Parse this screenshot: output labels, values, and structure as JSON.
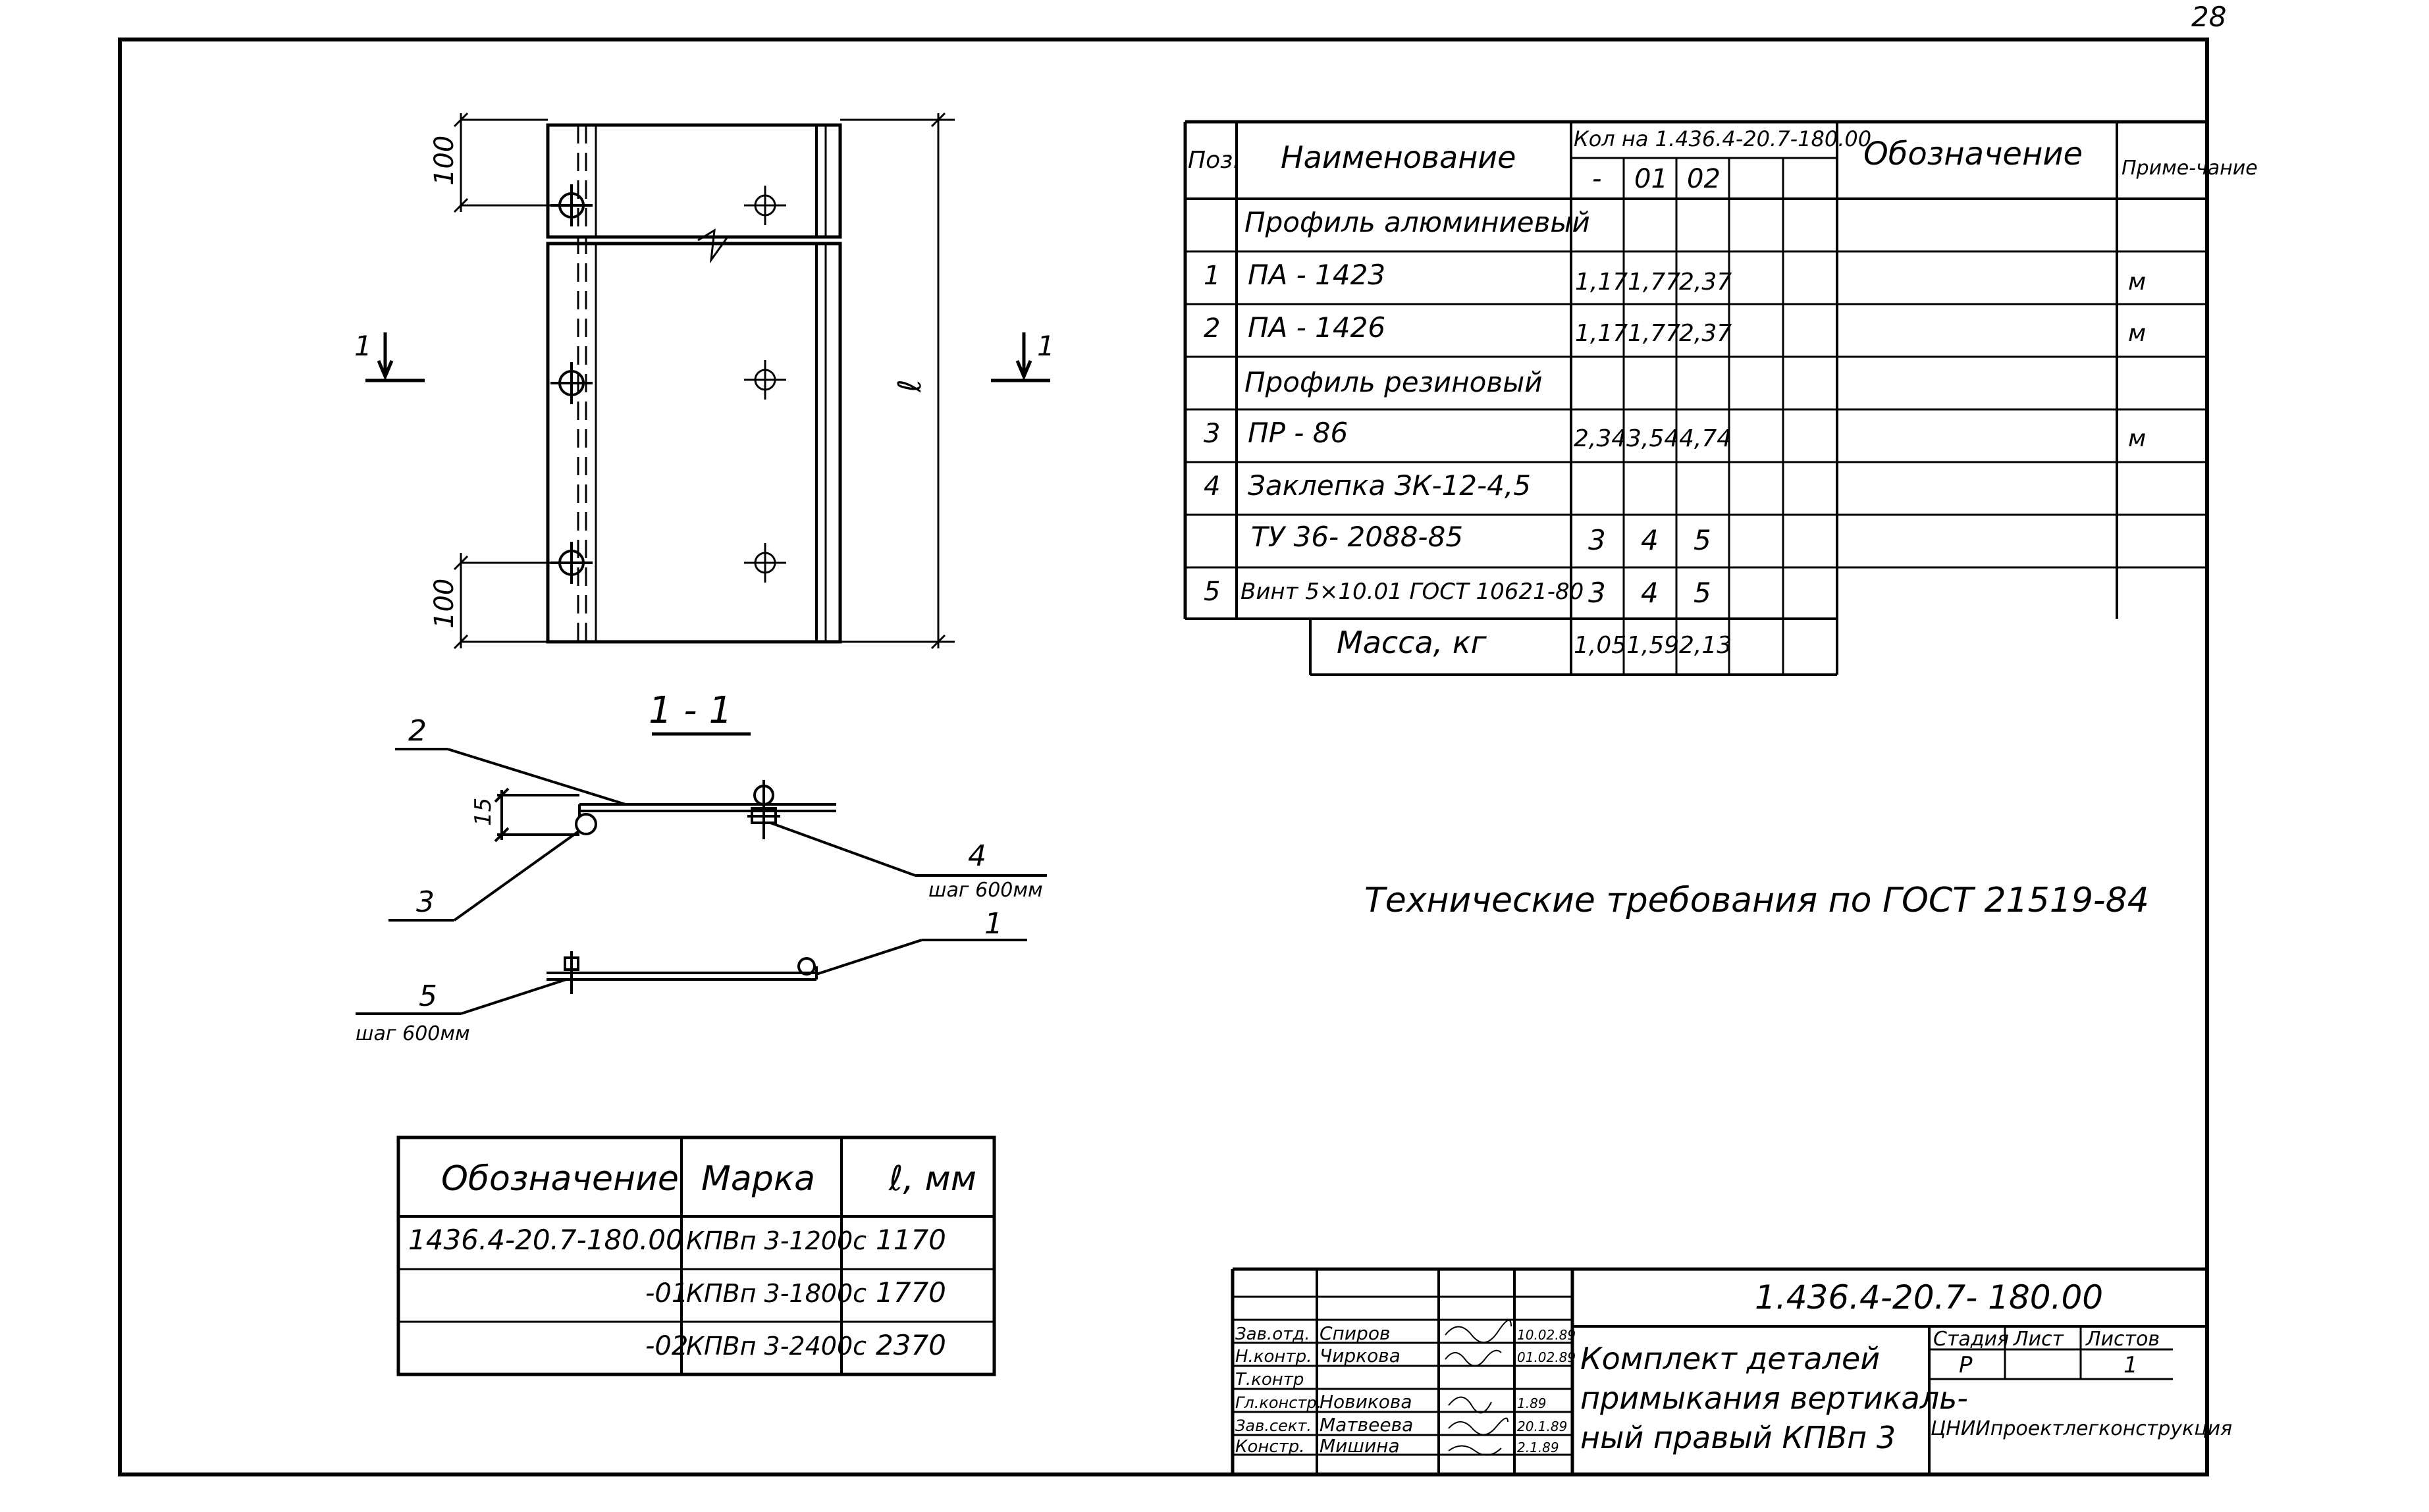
{
  "sheet_number": "28",
  "drawing": {
    "dim_top": "100",
    "dim_bottom": "100",
    "dim_length": "ℓ",
    "section_mark_left": "1",
    "section_mark_right": "1",
    "section_title": "1 - 1",
    "callouts": {
      "p1": "1",
      "p2": "2",
      "p3": "3",
      "p4": "4",
      "p4_note": "шаг 600мм",
      "p5": "5",
      "p5_note": "шаг 600мм",
      "dim15": "15"
    }
  },
  "spec_table": {
    "headers": {
      "pos": "Поз.",
      "name": "Наименование",
      "qty_group": "Кол на 1.436.4-20.7-180.00",
      "qty_cols": [
        "-",
        "01",
        "02"
      ],
      "designation": "Обозначение",
      "note": "Приме-чание"
    },
    "rows": [
      {
        "pos": "",
        "name": "Профиль алюминиевый",
        "q0": "",
        "q1": "",
        "q2": "",
        "note": ""
      },
      {
        "pos": "1",
        "name": "ПА - 1423",
        "q0": "1,17",
        "q1": "1,77",
        "q2": "2,37",
        "note": "м"
      },
      {
        "pos": "2",
        "name": "ПА - 1426",
        "q0": "1,17",
        "q1": "1,77",
        "q2": "2,37",
        "note": "м"
      },
      {
        "pos": "",
        "name": "Профиль резиновый",
        "q0": "",
        "q1": "",
        "q2": "",
        "note": ""
      },
      {
        "pos": "3",
        "name": "ПР - 86",
        "q0": "2,34",
        "q1": "3,54",
        "q2": "4,74",
        "note": "м"
      },
      {
        "pos": "4",
        "name": "Заклепка ЗК-12-4,5",
        "q0": "",
        "q1": "",
        "q2": "",
        "note": ""
      },
      {
        "pos": "",
        "name": "ТУ 36- 2088-85",
        "q0": "3",
        "q1": "4",
        "q2": "5",
        "note": ""
      },
      {
        "pos": "5",
        "name": "Винт 5×10.01 ГОСТ 10621-80",
        "q0": "3",
        "q1": "4",
        "q2": "5",
        "note": ""
      }
    ],
    "mass": {
      "label": "Масса, кг",
      "q0": "1,05",
      "q1": "1,59",
      "q2": "2,13"
    }
  },
  "tech_requirements": "Технические требования по ГОСТ 21519-84",
  "marks_table": {
    "headers": {
      "designation": "Обозначение",
      "mark": "Марка",
      "length": "ℓ, мм"
    },
    "rows": [
      {
        "designation": "1436.4-20.7-180.00",
        "mark": "КПВп 3-1200с",
        "length": "1170"
      },
      {
        "designation": "-01",
        "mark": "КПВп 3-1800с",
        "length": "1770"
      },
      {
        "designation": "-02",
        "mark": "КПВп 3-2400с",
        "length": "2370"
      }
    ]
  },
  "title_block": {
    "doc_code": "1.436.4-20.7- 180.00",
    "title_lines": [
      "Комплект деталей",
      "примыкания вертикаль-",
      "ный правый КПВп 3"
    ],
    "stage_label": "Стадия",
    "sheet_label": "Лист",
    "sheets_label": "Листов",
    "stage": "Р",
    "sheets": "1",
    "organization": "ЦНИИпроектлегконструкция",
    "staff": [
      {
        "role": "Зав.отд.",
        "name": "Спиров",
        "date": "10.02.89"
      },
      {
        "role": "Н.контр.",
        "name": "Чиркова",
        "date": "01.02.89"
      },
      {
        "role": "Т.контр",
        "name": "",
        "date": ""
      },
      {
        "role": "Гл.констр.",
        "name": "Новикова",
        "date": "1.89"
      },
      {
        "role": "Зав.сект.",
        "name": "Матвеева",
        "date": "20.1.89"
      },
      {
        "role": "Констр.",
        "name": "Мишина",
        "date": "2.1.89"
      }
    ]
  }
}
